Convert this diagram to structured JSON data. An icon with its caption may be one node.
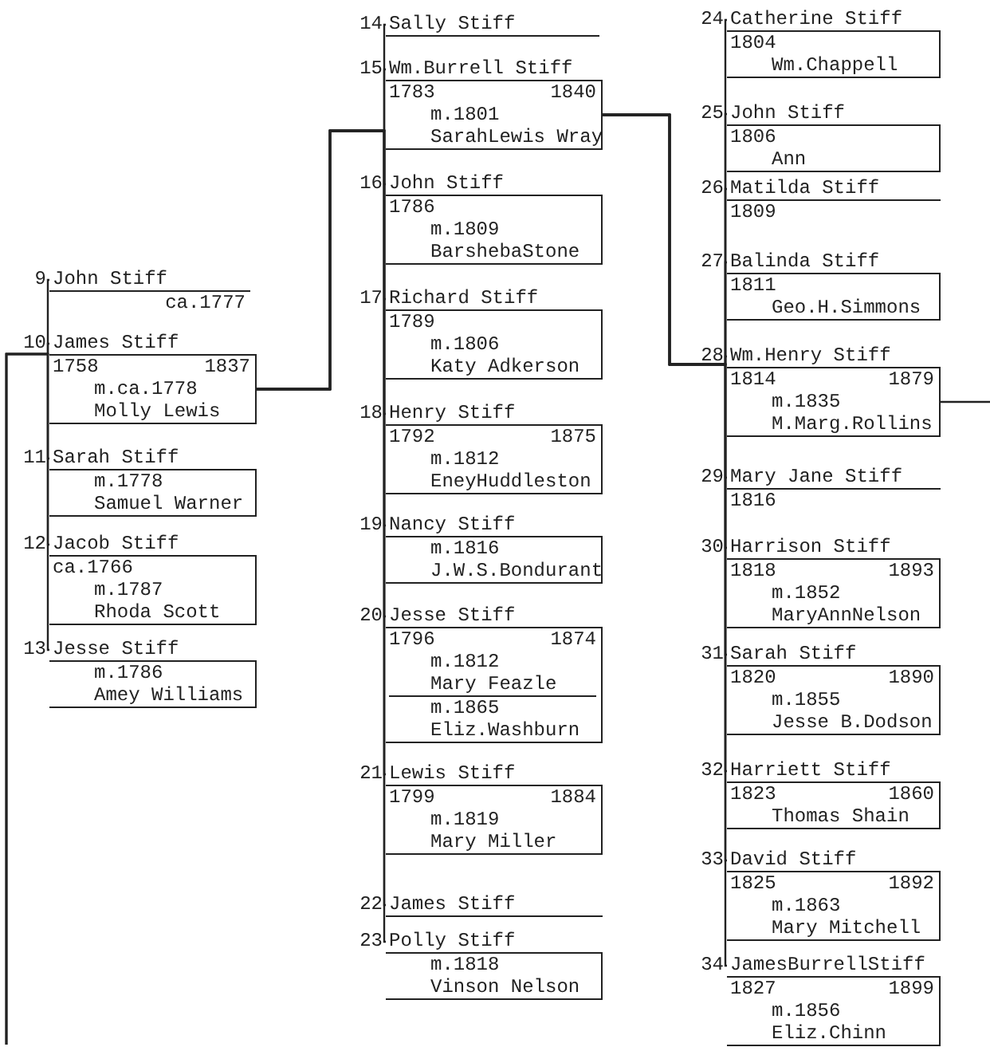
{
  "diagram": {
    "nodes": [
      {
        "text": [
          "John Stiff",
          "ca.1777"
        ],
        "beside": [
          "9"
        ]
      },
      {
        "text": [
          "James Stiff",
          "1758",
          "1837",
          "m.ca.1778",
          "Molly Lewis"
        ],
        "beside": [
          "10"
        ]
      },
      {
        "text": [
          "Sarah Stiff",
          "m.1778",
          "Samuel Warner"
        ],
        "beside": [
          "11"
        ]
      },
      {
        "text": [
          "Jacob Stiff",
          "ca.1766",
          "m.1787",
          "Rhoda Scott"
        ],
        "beside": [
          "12"
        ]
      },
      {
        "text": [
          "Jesse Stiff",
          "m.1786",
          "Amey Williams"
        ],
        "beside": [
          "13"
        ]
      },
      {
        "text": [
          "Sally Stiff"
        ],
        "beside": [
          "14"
        ]
      },
      {
        "text": [
          "Wm.Burrell Stiff",
          "1783",
          "1840",
          "m.1801",
          "SarahLewis Wray"
        ],
        "beside": [
          "15"
        ]
      },
      {
        "text": [
          "John Stiff",
          "1786",
          "m.1809",
          "BarshebaStone"
        ],
        "beside": [
          "16"
        ]
      },
      {
        "text": [
          "Richard Stiff",
          "1789",
          "m.1806",
          "Katy Adkerson"
        ],
        "beside": [
          "17"
        ]
      },
      {
        "text": [
          "Henry Stiff",
          "1792",
          "1875",
          "m.1812",
          "EneyHuddleston"
        ],
        "beside": [
          "18"
        ]
      },
      {
        "text": [
          "Nancy Stiff",
          "m.1816",
          "J.W.S.Bondurant"
        ],
        "beside": [
          "19"
        ]
      },
      {
        "text": [
          "Jesse Stiff",
          "1796",
          "1874",
          "m.1812",
          "Mary Feazle",
          "m.1865",
          "Eliz.Washburn"
        ],
        "beside": [
          "20"
        ]
      },
      {
        "text": [
          "Lewis Stiff",
          "1799",
          "1884",
          "m.1819",
          "Mary Miller"
        ],
        "beside": [
          "21"
        ]
      },
      {
        "text": [
          "James Stiff"
        ],
        "beside": [
          "22"
        ]
      },
      {
        "text": [
          "Polly Stiff",
          "m.1818",
          "Vinson Nelson"
        ],
        "beside": [
          "23"
        ]
      },
      {
        "text": [
          "Catherine Stiff",
          "1804",
          "Wm.Chappell"
        ],
        "beside": [
          "24"
        ]
      },
      {
        "text": [
          "John Stiff",
          "1806",
          "Ann"
        ],
        "beside": [
          "25"
        ]
      },
      {
        "text": [
          "Matilda Stiff",
          "1809"
        ],
        "beside": [
          "26"
        ]
      },
      {
        "text": [
          "Balinda Stiff",
          "1811",
          "Geo.H.Simmons"
        ],
        "beside": [
          "27"
        ]
      },
      {
        "text": [
          "Wm.Henry Stiff",
          "1814",
          "1879",
          "m.1835",
          "M.Marg.Rollins"
        ],
        "beside": [
          "28"
        ]
      },
      {
        "text": [
          "Mary Jane Stiff",
          "1816"
        ],
        "beside": [
          "29"
        ]
      },
      {
        "text": [
          "Harrison Stiff",
          "1818",
          "1893",
          "m.1852",
          "MaryAnnNelson"
        ],
        "beside": [
          "30"
        ]
      },
      {
        "text": [
          "Sarah Stiff",
          "1820",
          "1890",
          "m.1855",
          "Jesse B.Dodson"
        ],
        "beside": [
          "31"
        ]
      },
      {
        "text": [
          "Harriett Stiff",
          "1823",
          "1860",
          "Thomas Shain"
        ],
        "beside": [
          "32"
        ]
      },
      {
        "text": [
          "David Stiff",
          "1825",
          "1892",
          "m.1863",
          "Mary Mitchell"
        ],
        "beside": [
          "33"
        ]
      },
      {
        "text": [
          "JamesBurrellStiff",
          "1827",
          "1899",
          "m.1856",
          "Eliz.Chinn"
        ],
        "beside": [
          "34"
        ]
      }
    ],
    "edges": [
      {
        "from": null,
        "to": 0,
        "arrow": "none"
      },
      {
        "from": null,
        "to": 1,
        "arrow": "none"
      },
      {
        "from": null,
        "to": 2,
        "arrow": "none"
      },
      {
        "from": null,
        "to": 3,
        "arrow": "none"
      },
      {
        "from": null,
        "to": 4,
        "arrow": "none"
      },
      {
        "from": 1,
        "to": 5,
        "arrow": "none"
      },
      {
        "from": 1,
        "to": 6,
        "arrow": "none"
      },
      {
        "from": 1,
        "to": 7,
        "arrow": "none"
      },
      {
        "from": 1,
        "to": 8,
        "arrow": "none"
      },
      {
        "from": 1,
        "to": 9,
        "arrow": "none"
      },
      {
        "from": 1,
        "to": 10,
        "arrow": "none"
      },
      {
        "from": 1,
        "to": 11,
        "arrow": "none"
      },
      {
        "from": 1,
        "to": 12,
        "arrow": "none"
      },
      {
        "from": 1,
        "to": 13,
        "arrow": "none"
      },
      {
        "from": 1,
        "to": 14,
        "arrow": "none"
      },
      {
        "from": 6,
        "to": 15,
        "arrow": "none"
      },
      {
        "from": 6,
        "to": 16,
        "arrow": "none"
      },
      {
        "from": 6,
        "to": 17,
        "arrow": "none"
      },
      {
        "from": 6,
        "to": 18,
        "arrow": "none"
      },
      {
        "from": 6,
        "to": 19,
        "arrow": "none"
      },
      {
        "from": 6,
        "to": 20,
        "arrow": "none"
      },
      {
        "from": 6,
        "to": 21,
        "arrow": "none"
      },
      {
        "from": 6,
        "to": 22,
        "arrow": "none"
      },
      {
        "from": 6,
        "to": 23,
        "arrow": "none"
      },
      {
        "from": 6,
        "to": 24,
        "arrow": "none"
      },
      {
        "from": 6,
        "to": 25,
        "arrow": "none"
      },
      {
        "from": 19,
        "to": null,
        "arrow": "none"
      }
    ]
  }
}
